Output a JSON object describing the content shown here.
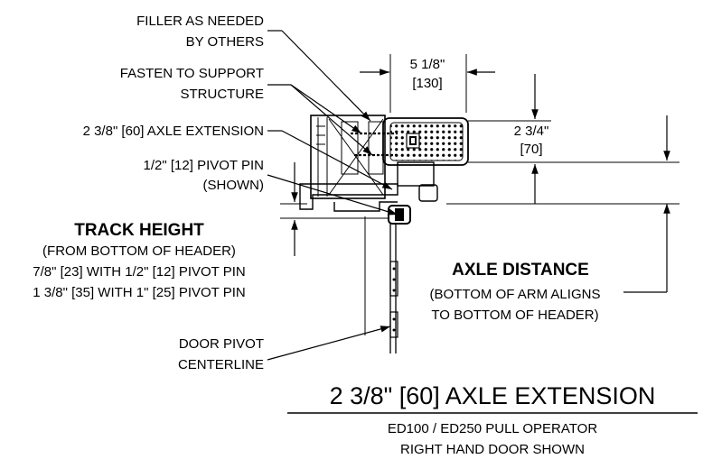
{
  "labels": {
    "filler_line1": "FILLER AS NEEDED",
    "filler_line2": "BY OTHERS",
    "fasten_line1": "FASTEN TO SUPPORT",
    "fasten_line2": "STRUCTURE",
    "axle_ext": "2 3/8\" [60] AXLE EXTENSION",
    "pivot_line1": "1/2\" [12] PIVOT PIN",
    "pivot_line2": "(SHOWN)",
    "track_title": "TRACK HEIGHT",
    "track_line1": "(FROM BOTTOM OF HEADER)",
    "track_line2": "7/8\" [23] WITH 1/2\" [12] PIVOT PIN",
    "track_line3": "1 3/8\" [35] WITH 1\" [25] PIVOT PIN",
    "axle_dist_title": "AXLE DISTANCE",
    "axle_dist_line1": "(BOTTOM OF ARM ALIGNS",
    "axle_dist_line2": "TO BOTTOM OF HEADER)",
    "door_line1": "DOOR PIVOT",
    "door_line2": "CENTERLINE"
  },
  "dimensions": {
    "width_in": "5 1/8\"",
    "width_mm": "[130]",
    "height_in": "2 3/4\"",
    "height_mm": "[70]"
  },
  "title": {
    "main": "2 3/8\" [60] AXLE EXTENSION",
    "sub1": "ED100 / ED250 PULL OPERATOR",
    "sub2": "RIGHT HAND DOOR SHOWN"
  }
}
